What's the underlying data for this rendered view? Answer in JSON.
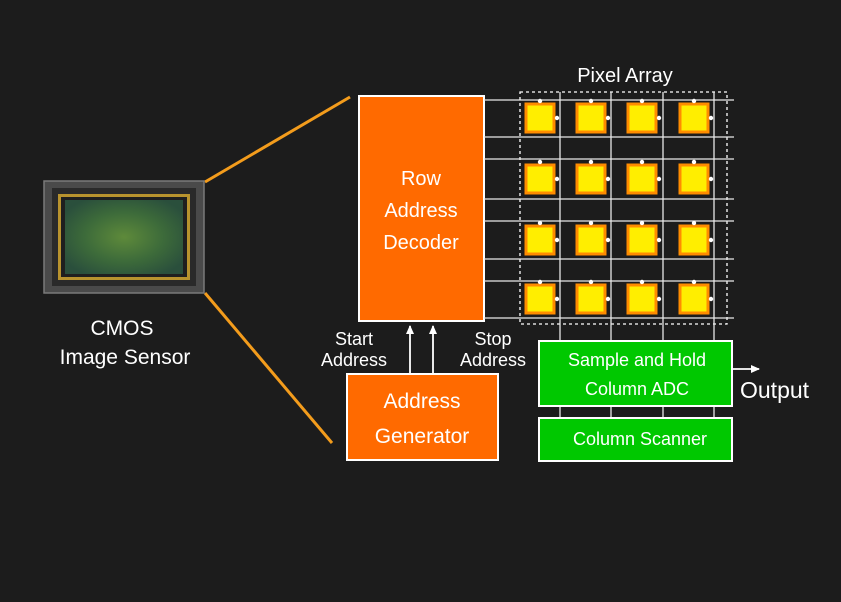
{
  "sensor": {
    "line1": "CMOS",
    "line2": "Image Sensor"
  },
  "pixel_array": {
    "title": "Pixel Array",
    "rows": 4,
    "cols": 4
  },
  "row_decoder": {
    "line1": "Row",
    "line2": "Address",
    "line3": "Decoder"
  },
  "address_generator": {
    "line1": "Address",
    "line2": "Generator"
  },
  "start_address": {
    "line1": "Start",
    "line2": "Address"
  },
  "stop_address": {
    "line1": "Stop",
    "line2": "Address"
  },
  "sample_hold": {
    "line1": "Sample and Hold",
    "line2": "Column ADC"
  },
  "column_scanner": {
    "label": "Column Scanner"
  },
  "output": {
    "label": "Output"
  },
  "colors": {
    "background": "#1c1c1c",
    "orange_block": "#ff6a00",
    "green_block": "#00c800",
    "pixel_fill": "#ffee00",
    "pixel_border": "#ff8c00",
    "zoom_lines": "#f39c1c"
  }
}
